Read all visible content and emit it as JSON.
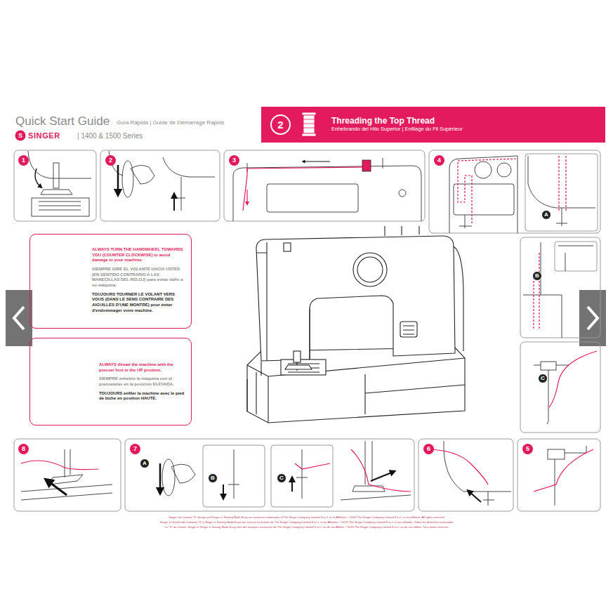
{
  "diagram": {
    "title": "Quick Start Guide",
    "nodes": [
      {
        "text": [
          "Threading the Top Thread",
          "Enhebrando del Hilo Superior | Enfilage du Fil Supérieur"
        ]
      },
      {
        "text": [
          "2"
        ],
        "in": 0
      },
      {
        "text": [
          "1"
        ]
      },
      {
        "text": [
          "2"
        ]
      },
      {
        "text": [
          "3"
        ]
      },
      {
        "text": [
          "4"
        ]
      },
      {
        "text": [
          "A"
        ]
      },
      {
        "text": [
          "ALWAYS TURN THE HANDWHEEL TOWARDS YOU (COUNTER CLOCKWISE) to avoid damage to your machine.",
          "SIEMPRE GIRE EL VOLANTE HACIA USTED (EN SENTIDO CONTRARIO A LAS MANECILLAS DEL RELOJ) para evitar daño a su máquina.",
          "TOUJOURS TOURNER LE VOLANT VERS VOUS (DANS LE SENS CONTRAIRE DES AIGUILLES D'UNE MONTRE) pour éviter d'endommager votre machine."
        ]
      },
      {
        "text": [
          "B"
        ]
      },
      {
        "text": [
          "ALWAYS thread the machine with the presser foot in the UP position.",
          "SIEMPRE enhebre la máquina con el prensatelas en la posición ELEVADA.",
          "TOUJOURS enfiler la machine avec le pied de biche en position HAUTE."
        ]
      },
      {
        "text": [
          "C"
        ]
      },
      {
        "text": [
          "8"
        ]
      },
      {
        "text": [
          "7"
        ]
      },
      {
        "text": [
          "A"
        ]
      },
      {
        "text": [
          "B"
        ]
      },
      {
        "text": [
          "C"
        ]
      },
      {
        "text": [
          "6"
        ]
      },
      {
        "text": [
          "5"
        ]
      }
    ],
    "labels": [
      "Guía Rápida | Guide de Démarrage Rapide",
      "S",
      "SINGER",
      "| 1400 & 1500 Series",
      "Singer, the Cameo \"S\" design and Singer is Sewing Made Easy are exclusive trademarks of The Singer Company Limited S.à.r.l. or its Affiliates. ©2013 The Singer Company Limited S.à.r.l. or its affiliates. All rights reserved.",
      "Singer, el diseño del Camafeo \"S\" y Singer is Sewing Made Easy son marcas exclusivas de The Singer Company Limited S.à.r.l. o sus Afiliadas. ©2013 The Singer Company Limited S.à.r.l. o sus afiliadas. Todos los derechos reservados.",
      "Le \"S\" du Camée, Singer et Singer is Sewing Made Easy sont des marques exclusives de The Singer Company Limited S.à.r.l. ou de ses Affiliés. ©2013 The Singer Company Limited S.à.r.l. ou de ses affiliés. Tous droits réservés."
    ]
  }
}
